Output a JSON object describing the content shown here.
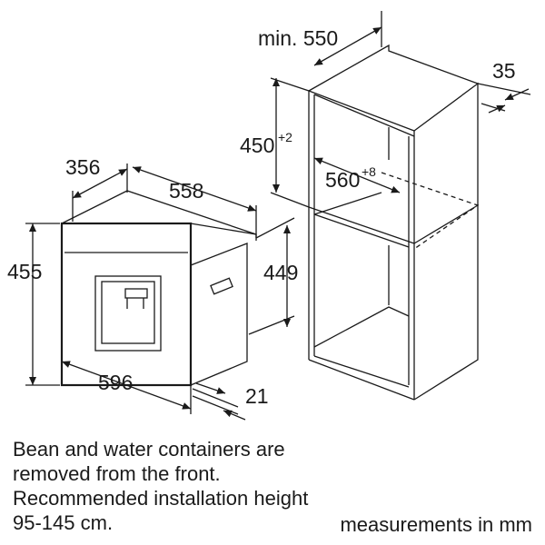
{
  "dimensions": {
    "appliance_depth": "356",
    "appliance_body_width": "558",
    "appliance_height": "455",
    "appliance_body_height": "449",
    "appliance_width": "596",
    "front_offset": "21",
    "niche_min_width": "min. 550",
    "panel_thickness": "35",
    "niche_height": "450",
    "niche_height_tolerance": "+2",
    "niche_width": "560",
    "niche_width_tolerance": "+8"
  },
  "notes": [
    "Bean and water containers are",
    "removed from the front.",
    "Recommended installation height",
    "95-145 cm."
  ],
  "units_label": "measurements in mm"
}
